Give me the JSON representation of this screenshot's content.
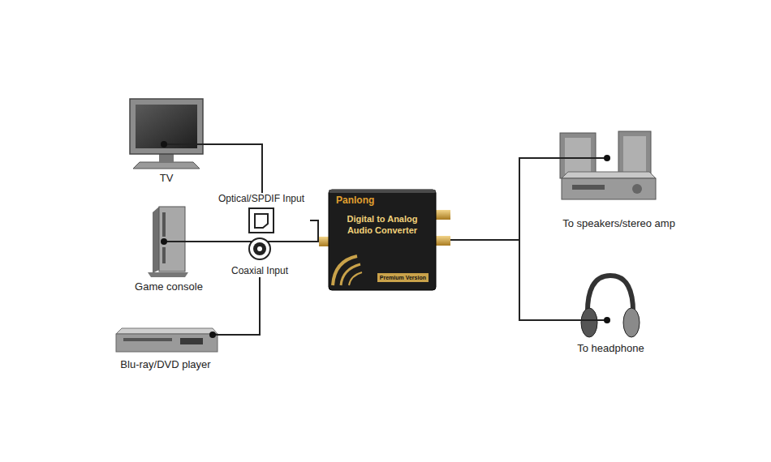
{
  "diagram": {
    "nodes": [
      {
        "text": [
          "TV"
        ]
      },
      {
        "text": [
          "Game console"
        ]
      },
      {
        "text": [
          "Blu-ray/DVD player"
        ]
      },
      {
        "text": [
          "Optical/SPDIF Input"
        ]
      },
      {
        "text": [
          "Coaxial Input"
        ]
      },
      {
        "text": [
          "Panlong",
          "Digital to Analog Audio Converter",
          "Premium Version"
        ]
      },
      {
        "text": [
          "To speakers/stereo amp"
        ]
      },
      {
        "text": [
          "To headphone"
        ]
      }
    ],
    "edges": [
      {
        "from": 0,
        "to": 3,
        "arrow": "none"
      },
      {
        "from": 1,
        "to": 4,
        "arrow": "none"
      },
      {
        "from": 2,
        "to": 4,
        "arrow": "none"
      },
      {
        "from": 3,
        "to": 5,
        "arrow": "none"
      },
      {
        "from": 4,
        "to": 5,
        "arrow": "none"
      },
      {
        "from": 5,
        "to": 6,
        "arrow": "none"
      },
      {
        "from": 5,
        "to": 7,
        "arrow": "none"
      }
    ]
  }
}
